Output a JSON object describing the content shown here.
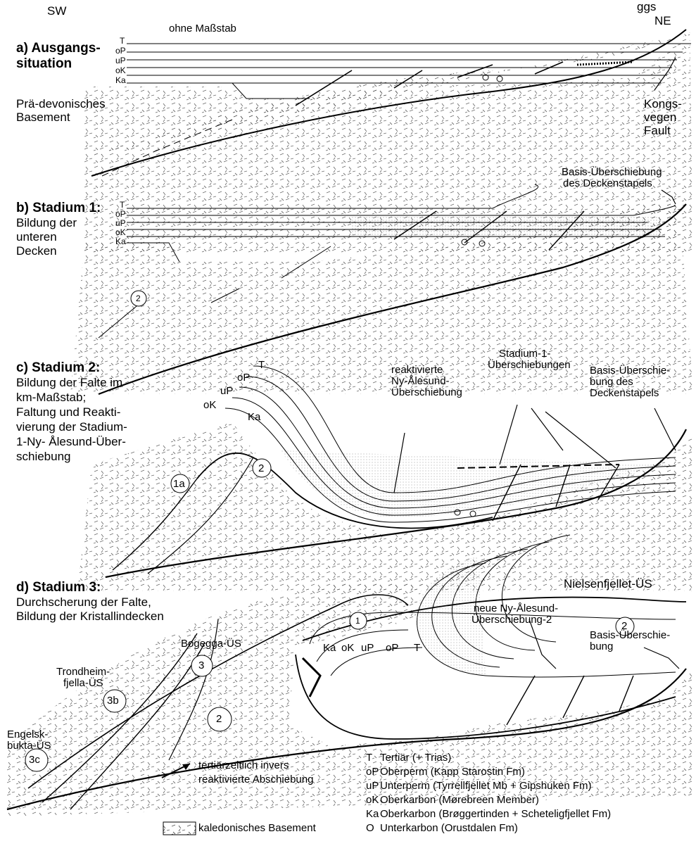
{
  "directions": {
    "sw": "SW",
    "ne": "NE"
  },
  "corner_text": "ggs",
  "scale_note": "ohne Maßstab",
  "panels": {
    "a": {
      "title_line1": "a) Ausgangs-",
      "title_line2": "situation",
      "unit_labels": [
        "T",
        "oP",
        "uP",
        "oK",
        "Ka"
      ],
      "basement_label_line1": "Prä-devonisches",
      "basement_label_line2": "Basement",
      "fault_label": [
        "Kongs-",
        "vegen",
        "Fault"
      ]
    },
    "b": {
      "title": "b) Stadium 1:",
      "sub": [
        "Bildung der",
        "unteren",
        "Decken"
      ],
      "unit_labels": [
        "T",
        "oP",
        "uP",
        "oK",
        "Ka"
      ],
      "callout": [
        "Basis-Überschiebung",
        "des Deckenstapels"
      ],
      "marker": "2"
    },
    "c": {
      "title": "c) Stadium 2:",
      "sub": [
        "Bildung der Falte im",
        "km-Maßstab;",
        "Faltung und  Reakti-",
        "vierung der Stadium-",
        "1-Ny- Ålesund-Über-",
        "schiebung"
      ],
      "unit_labels": {
        "T": "T",
        "oP": "oP",
        "uP": "uP",
        "oK": "oK",
        "Ka": "Ka"
      },
      "callout_reactivated": [
        "reaktivierte",
        "Ny-Ålesund-",
        "Überschiebung"
      ],
      "callout_stage1": [
        "Stadium-1-",
        "Überschiebungen"
      ],
      "callout_basis": [
        "Basis-Überschie-",
        "bung des",
        "Deckenstapels"
      ],
      "markers": [
        "1a",
        "2"
      ]
    },
    "d": {
      "title": "d) Stadium 3:",
      "sub": [
        "Durchscherung der Falte,",
        "Bildung der Kristallindecken"
      ],
      "nielsen": "Nielsenfjellet-ÜS",
      "bogegga": "Bogegga-ÜS",
      "trondheim": [
        "Trondheim-",
        "fjella-ÜS"
      ],
      "engelsk": [
        "Engelsk-",
        "bukta-ÜS"
      ],
      "new_thrust": [
        "neue Ny-Ålesund-",
        "Überschiebung-2"
      ],
      "basis": [
        "Basis-Überschie-",
        "bung"
      ],
      "unit_labels": [
        "Ka",
        "oK",
        "uP",
        "oP",
        "T"
      ],
      "markers": [
        "1",
        "2",
        "3",
        "3b",
        "3c",
        "2"
      ]
    }
  },
  "legend_left": [
    {
      "text_line1": "tertiärzeitlich invers",
      "text_line2": "reaktivierte Abschiebung"
    },
    {
      "text": "kaledonisches Basement"
    }
  ],
  "legend_right": [
    {
      "symbol": "T",
      "text": "Tertiär (+ Trias)"
    },
    {
      "symbol": "oP",
      "text": "Oberperm (Kapp Starostin Fm)"
    },
    {
      "symbol": "uP",
      "text": "Unterperm (Tyrrellfjellet Mb + Gipshuken Fm)"
    },
    {
      "symbol": "oK",
      "text": "Oberkarbon (Mørebreen Member)"
    },
    {
      "symbol": "Ka",
      "text": "Oberkarbon (Brøggertinden + Scheteligfjellet Fm)"
    },
    {
      "symbol": "O",
      "text": "Unterkarbon (Orustdalen Fm)"
    }
  ]
}
